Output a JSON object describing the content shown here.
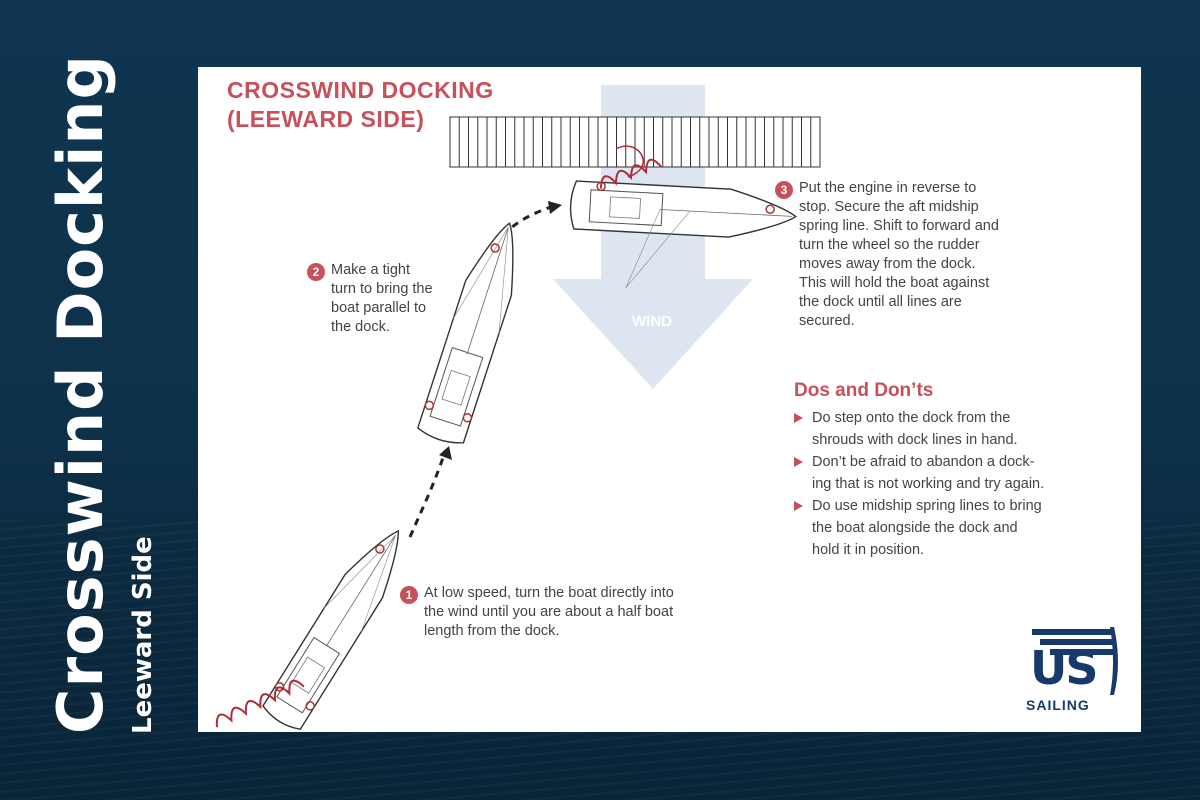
{
  "side_title": {
    "main": "Crosswind Docking",
    "sub": "Leeward Side"
  },
  "diagram": {
    "title_line1": "CROSSWIND DOCKING",
    "title_line2": "(LEEWARD SIDE)",
    "wind_label": "WIND",
    "steps": [
      {
        "number": "1",
        "lines": [
          "At low speed, turn the boat directly into",
          "the wind until you are about a half boat",
          "length from the dock."
        ]
      },
      {
        "number": "2",
        "lines": [
          "Make a tight",
          "turn to bring the",
          "boat parallel to",
          "the dock."
        ]
      },
      {
        "number": "3",
        "lines": [
          "Put the engine in reverse to",
          "stop. Secure the aft midship",
          "spring line. Shift to forward and",
          "turn the wheel so the rudder",
          "moves away from the dock.",
          "This will hold the boat against",
          "the dock until all lines are",
          "secured."
        ]
      }
    ],
    "dos_and_donts": {
      "title": "Dos and Don’ts",
      "items": [
        [
          "Do step onto the dock from the",
          "shrouds with dock lines in hand."
        ],
        [
          "Don’t be afraid to abandon a dock-",
          "ing that is not working and try again."
        ],
        [
          "Do use midship spring lines to bring",
          "the boat alongside the dock and",
          "hold it in position."
        ]
      ]
    },
    "logo": {
      "mark": "US",
      "text": "SAILING"
    }
  },
  "colors": {
    "accent": "#c8505a",
    "background": "#0f3550",
    "wind_arrow": "#dde6f0",
    "logo": "#183a6a"
  }
}
